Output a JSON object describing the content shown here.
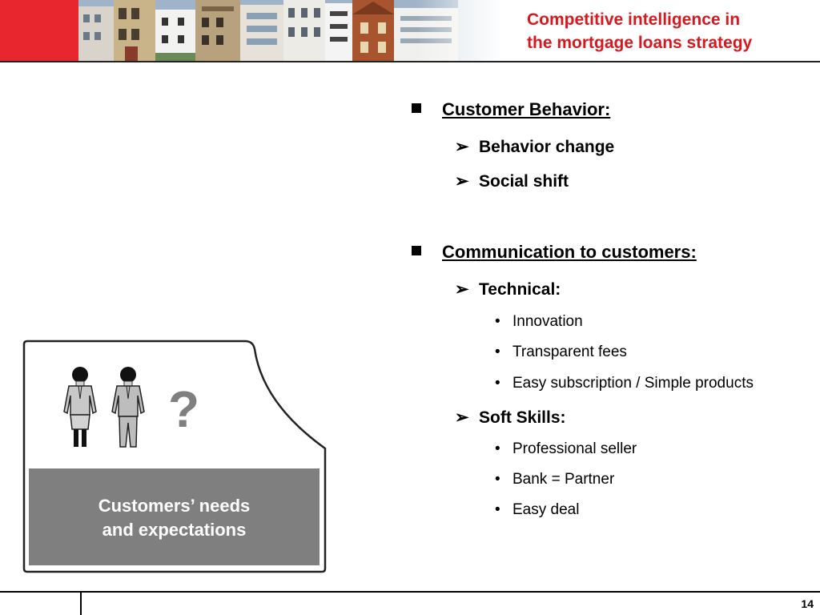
{
  "header": {
    "title_line1": "Competitive intelligence in",
    "title_line2": "the mortgage loans strategy",
    "accent_color": "#d7191f"
  },
  "sections": [
    {
      "heading": "Customer Behavior:",
      "items": [
        {
          "label": "Behavior change",
          "bullets": []
        },
        {
          "label": "Social shift",
          "bullets": []
        }
      ]
    },
    {
      "heading": "Communication to customers:",
      "items": [
        {
          "label": "Technical:",
          "bullets": [
            "Innovation",
            "Transparent fees",
            "Easy subscription / Simple products"
          ]
        },
        {
          "label": "Soft Skills:",
          "bullets": [
            "Professional seller",
            "Bank = Partner",
            "Easy deal"
          ]
        }
      ]
    }
  ],
  "illustration": {
    "question_mark": "?",
    "caption_line1": "Customers’ needs",
    "caption_line2": "and expectations"
  },
  "footer": {
    "page_number": "14"
  }
}
